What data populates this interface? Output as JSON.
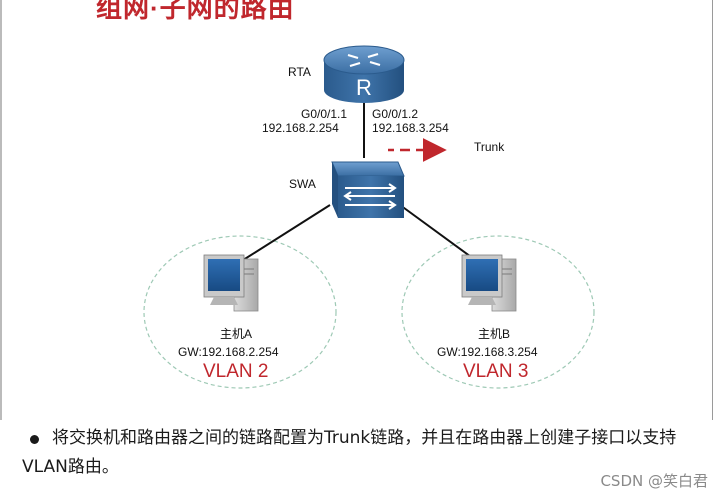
{
  "title_fragment": "组网·子网的路由",
  "router": {
    "name": "RTA",
    "icon": "router-icon",
    "letter": "R"
  },
  "switch": {
    "name": "SWA",
    "icon": "switch-icon"
  },
  "interfaces": {
    "left": {
      "port": "G0/0/1.1",
      "ip": "192.168.2.254"
    },
    "right": {
      "port": "G0/0/1.2",
      "ip": "192.168.3.254"
    }
  },
  "trunk_label": "Trunk",
  "hosts": [
    {
      "name": "主机A",
      "gateway": "GW:192.168.2.254",
      "vlan": "VLAN 2",
      "icon": "pc-icon"
    },
    {
      "name": "主机B",
      "gateway": "GW:192.168.3.254",
      "vlan": "VLAN 3",
      "icon": "pc-icon"
    }
  ],
  "bullet": "将交换机和路由器之间的链路配置为Trunk链路，并且在路由器上创建子接口以支持VLAN路由。",
  "watermark": "CSDN @笑白君",
  "colors": {
    "accent_red": "#c0272d",
    "device_blue": "#2e5f92",
    "vlan_ellipse": "#9ec9b5"
  }
}
